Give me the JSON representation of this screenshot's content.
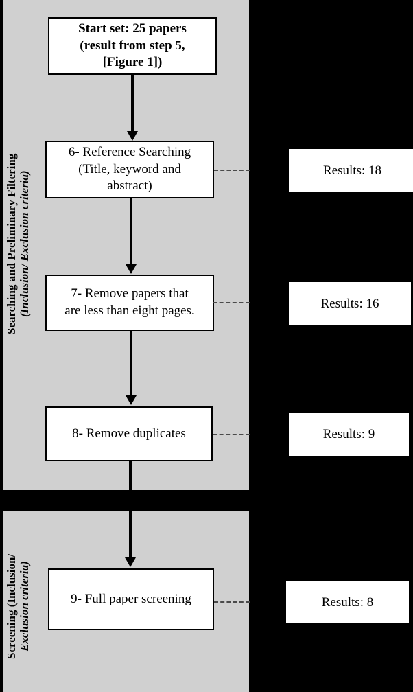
{
  "figure": {
    "type": "flowchart",
    "background_color": "#000000",
    "panel_color": "#d0d0d0",
    "box_fill": "#ffffff",
    "line_color": "#000000"
  },
  "phases": [
    {
      "id": "searching",
      "label_line1": "Searching and Preliminary Filtering",
      "label_line2": "(Inclusion/ Exclusion criteria)"
    },
    {
      "id": "screening",
      "label_line1": "Screening (Inclusion/",
      "label_line2": "Exclusion criteria)"
    }
  ],
  "steps": [
    {
      "id": "start",
      "lines": [
        "Start set: 25 papers",
        "(result from step 5,",
        "[Figure 1])"
      ],
      "bold": true
    },
    {
      "id": "step6",
      "lines": [
        "6- Reference Searching",
        "(Title, keyword and",
        "abstract)"
      ],
      "bold": false
    },
    {
      "id": "step7",
      "lines": [
        "7-  Remove papers that",
        "are less than eight pages."
      ],
      "bold": false
    },
    {
      "id": "step8",
      "lines": [
        "8- Remove duplicates"
      ],
      "bold": false
    },
    {
      "id": "step9",
      "lines": [
        "9- Full paper screening"
      ],
      "bold": false
    }
  ],
  "results": [
    {
      "id": "result6",
      "label": "Results: 18"
    },
    {
      "id": "result7",
      "label": "Results: 16"
    },
    {
      "id": "result8",
      "label": "Results: 9"
    },
    {
      "id": "result9",
      "label": "Results: 8"
    }
  ]
}
